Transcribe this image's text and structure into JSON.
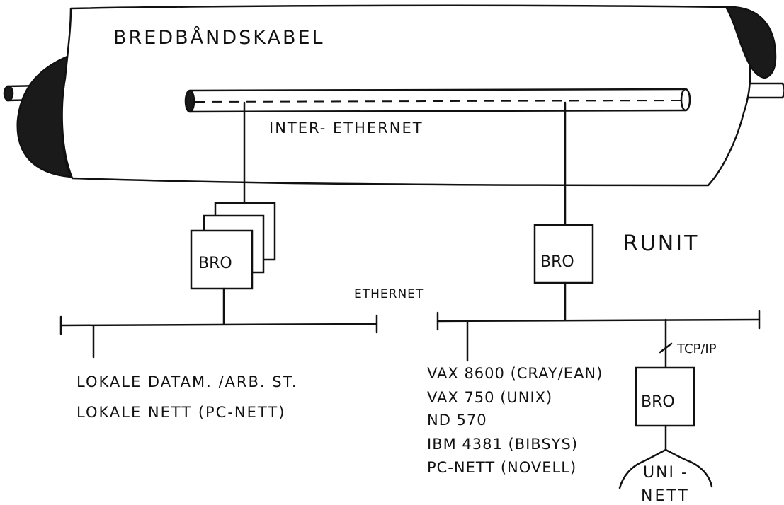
{
  "cable": {
    "title": "BREDBÅNDSKABEL",
    "inner_label": "INTER- ETHERNET"
  },
  "left": {
    "bridge_label": "BRO",
    "items": [
      "LOKALE DATAM. /ARB. ST.",
      "LOKALE NETT (PC-NETT)"
    ]
  },
  "middle": {
    "ethernet_label": "ETHERNET"
  },
  "right": {
    "site_label": "RUNIT",
    "bridge_label": "BRO",
    "items": [
      "VAX 8600 (CRAY/EAN)",
      "VAX 750 (UNIX)",
      "ND 570",
      "IBM 4381 (BIBSYS)",
      "PC-NETT (NOVELL)"
    ],
    "protocol_label": "TCP/IP",
    "uninett_bridge_label": "BRO",
    "uninett_label_1": "UNI -",
    "uninett_label_2": "NETT"
  },
  "colors": {
    "ink": "#111111",
    "paper": "#ffffff"
  }
}
